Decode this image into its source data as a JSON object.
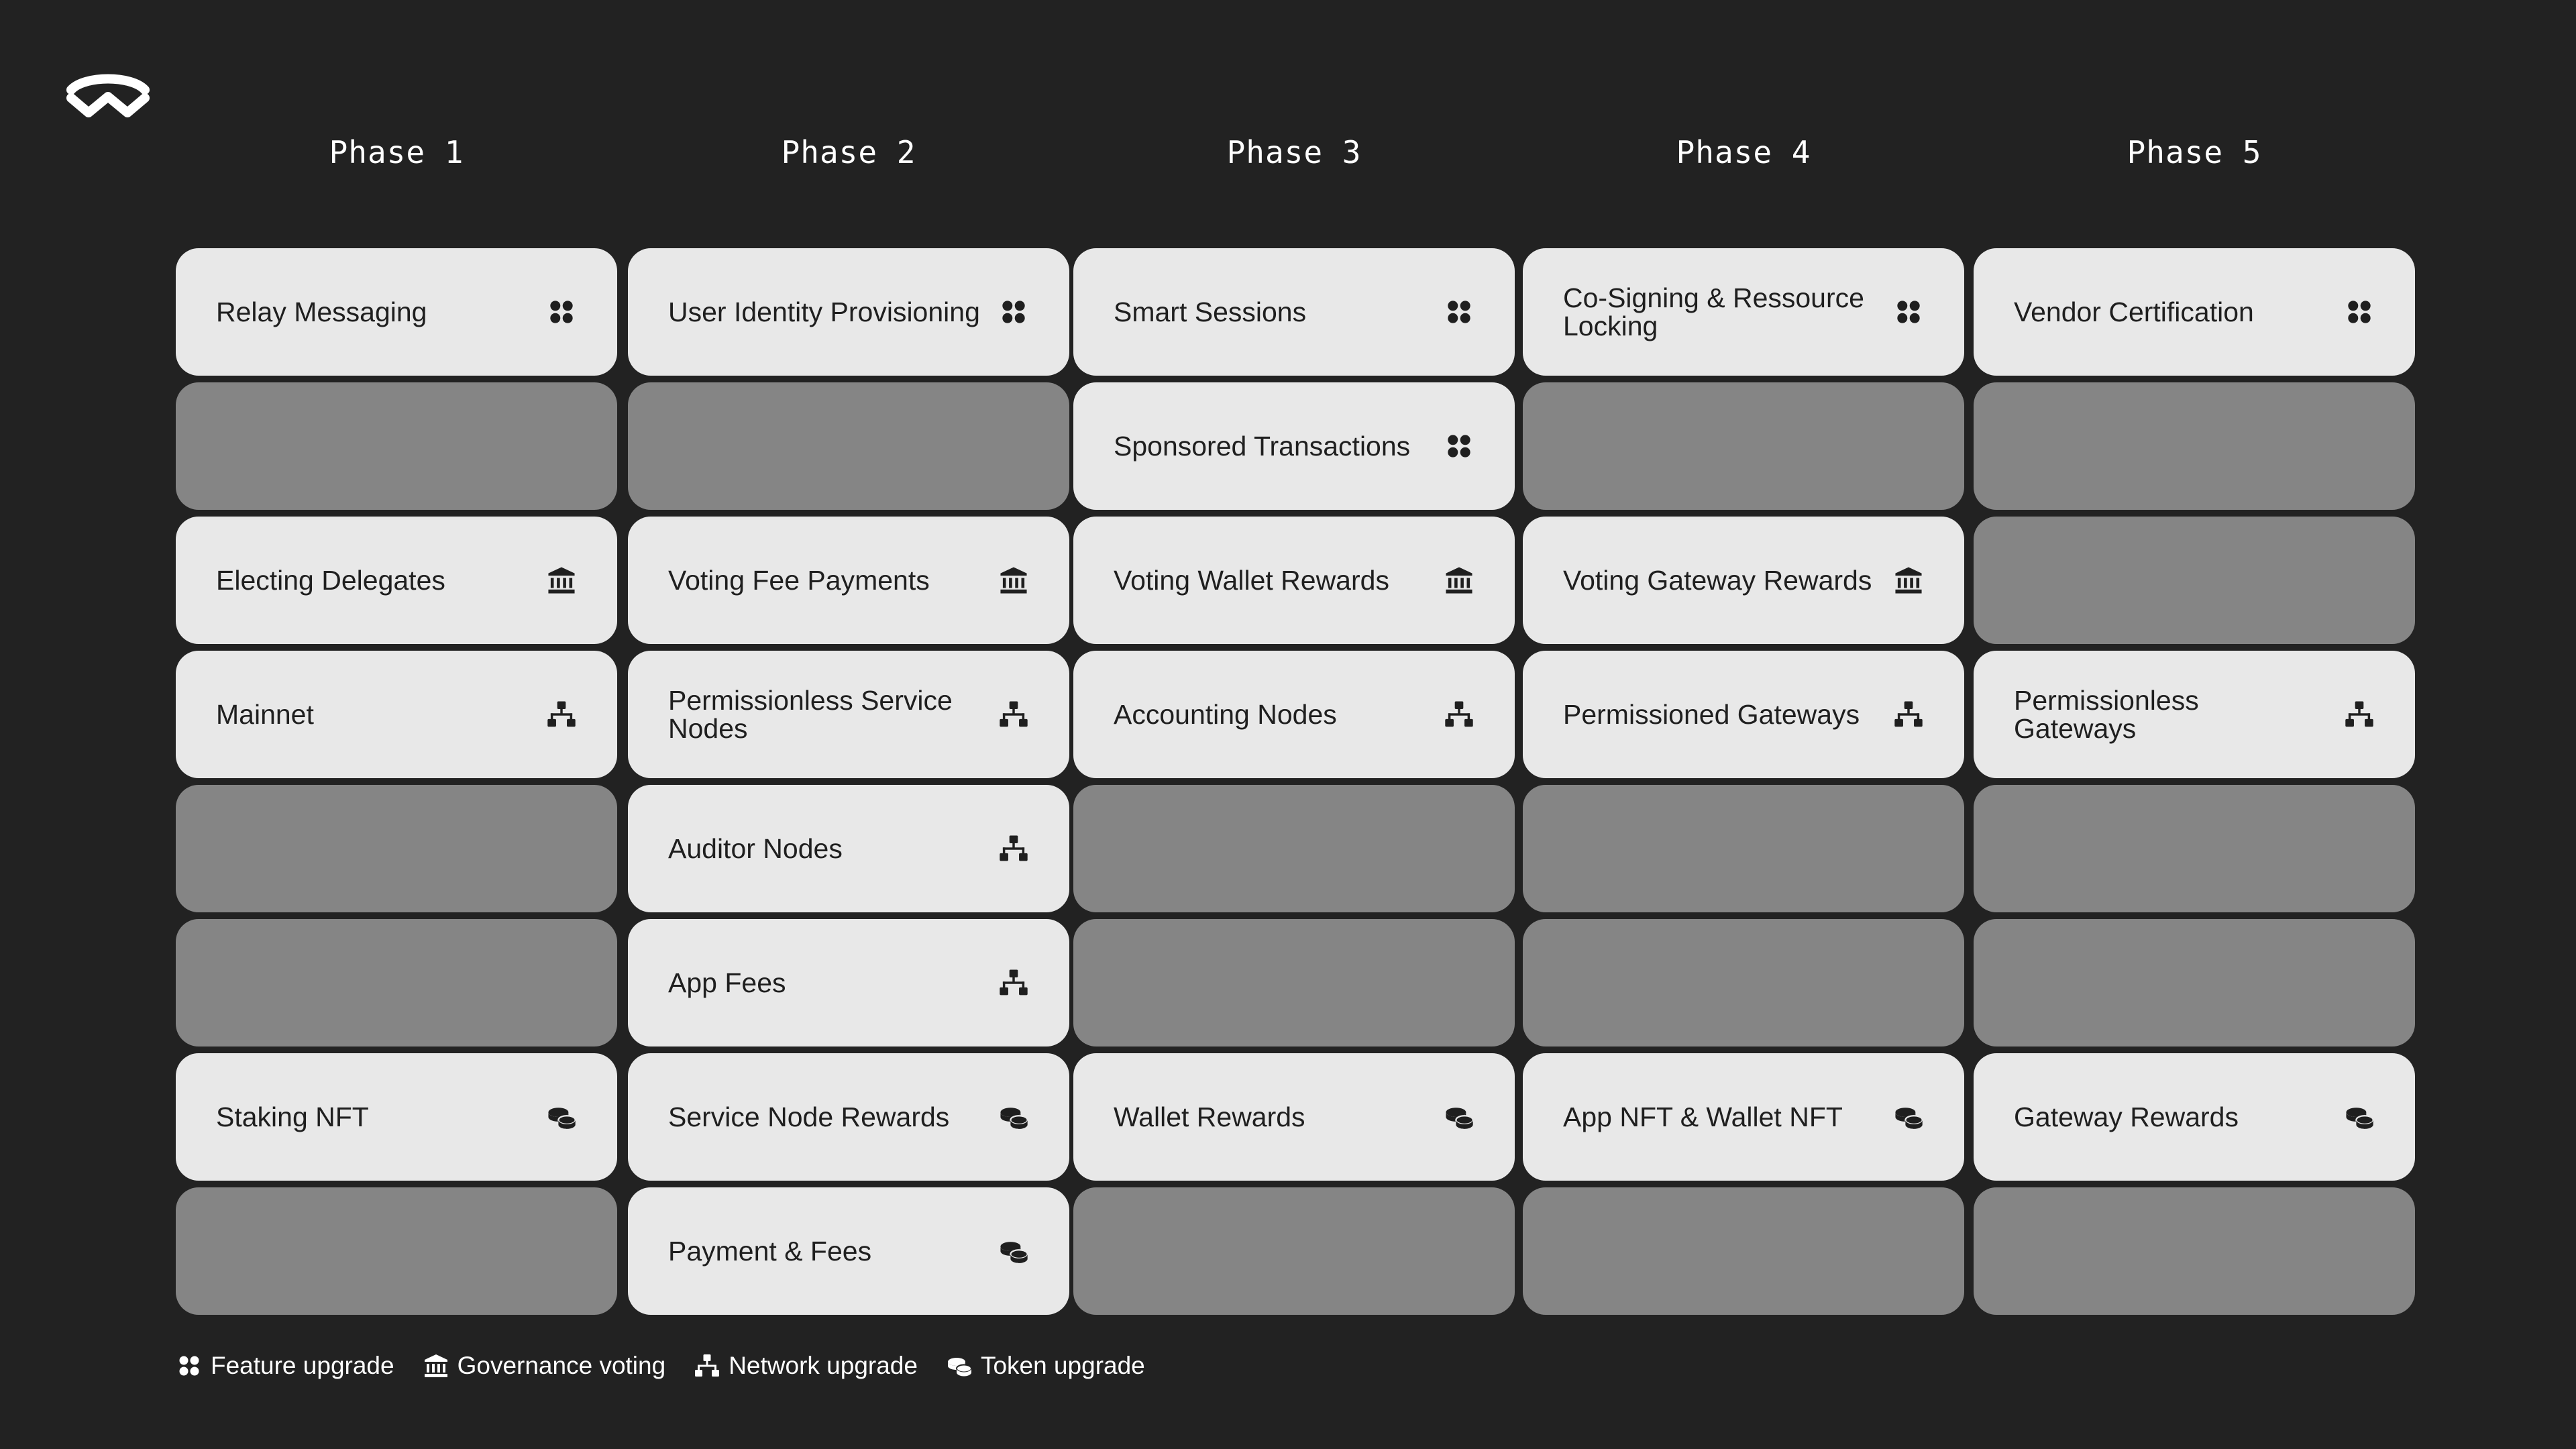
{
  "phases": [
    {
      "title": "Phase 1",
      "cells": [
        {
          "label": "Relay Messaging",
          "icon": "feature-icon"
        },
        null,
        {
          "label": "Electing Delegates",
          "icon": "governance-icon"
        },
        {
          "label": "Mainnet",
          "icon": "network-icon"
        },
        null,
        null,
        {
          "label": "Staking NFT",
          "icon": "token-icon"
        },
        null
      ]
    },
    {
      "title": "Phase 2",
      "cells": [
        {
          "label": "User Identity Provisioning",
          "icon": "feature-icon"
        },
        null,
        {
          "label": "Voting Fee Payments",
          "icon": "governance-icon"
        },
        {
          "label": "Permissionless Service Nodes",
          "icon": "network-icon"
        },
        {
          "label": "Auditor Nodes",
          "icon": "network-icon"
        },
        {
          "label": "App Fees",
          "icon": "network-icon"
        },
        {
          "label": "Service Node Rewards",
          "icon": "token-icon"
        },
        {
          "label": "Payment & Fees",
          "icon": "token-icon"
        }
      ]
    },
    {
      "title": "Phase 3",
      "cells": [
        {
          "label": "Smart Sessions",
          "icon": "feature-icon"
        },
        {
          "label": "Sponsored Transactions",
          "icon": "feature-icon"
        },
        {
          "label": "Voting Wallet Rewards",
          "icon": "governance-icon"
        },
        {
          "label": "Accounting Nodes",
          "icon": "network-icon"
        },
        null,
        null,
        {
          "label": "Wallet Rewards",
          "icon": "token-icon"
        },
        null
      ]
    },
    {
      "title": "Phase 4",
      "cells": [
        {
          "label": "Co-Signing & Ressource Locking",
          "icon": "feature-icon"
        },
        null,
        {
          "label": "Voting Gateway Rewards",
          "icon": "governance-icon"
        },
        {
          "label": "Permissioned Gateways",
          "icon": "network-icon"
        },
        null,
        null,
        {
          "label": "App NFT & Wallet NFT",
          "icon": "token-icon"
        },
        null
      ]
    },
    {
      "title": "Phase 5",
      "cells": [
        {
          "label": "Vendor Certification",
          "icon": "feature-icon"
        },
        null,
        null,
        {
          "label": "Permissionless Gateways",
          "icon": "network-icon"
        },
        null,
        null,
        {
          "label": "Gateway Rewards",
          "icon": "token-icon"
        },
        null
      ]
    }
  ],
  "legend": [
    {
      "label": "Feature upgrade",
      "icon": "feature-icon"
    },
    {
      "label": "Governance voting",
      "icon": "governance-icon"
    },
    {
      "label": "Network upgrade",
      "icon": "network-icon"
    },
    {
      "label": "Token upgrade",
      "icon": "token-icon"
    }
  ],
  "colors": {
    "background": "#222222",
    "filled_cell": "#e8e8e8",
    "empty_cell": "#858585",
    "text_dark": "#1f1f1f",
    "text_light": "#ffffff"
  }
}
